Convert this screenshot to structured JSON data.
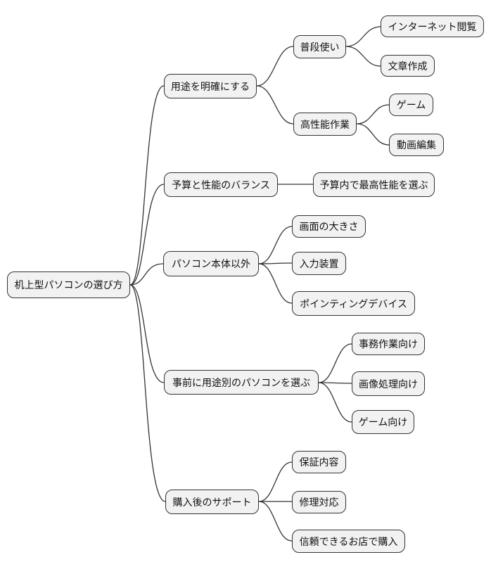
{
  "diagram": {
    "type": "mindmap",
    "root": {
      "label": "机上型パソコンの選び方"
    },
    "branches": [
      {
        "label": "用途を明確にする",
        "children": [
          {
            "label": "普段使い",
            "children": [
              {
                "label": "インターネット閲覧"
              },
              {
                "label": "文章作成"
              }
            ]
          },
          {
            "label": "高性能作業",
            "children": [
              {
                "label": "ゲーム"
              },
              {
                "label": "動画編集"
              }
            ]
          }
        ]
      },
      {
        "label": "予算と性能のバランス",
        "children": [
          {
            "label": "予算内で最高性能を選ぶ"
          }
        ]
      },
      {
        "label": "パソコン本体以外",
        "children": [
          {
            "label": "画面の大きさ"
          },
          {
            "label": "入力装置"
          },
          {
            "label": "ポインティングデバイス"
          }
        ]
      },
      {
        "label": "事前に用途別のパソコンを選ぶ",
        "children": [
          {
            "label": "事務作業向け"
          },
          {
            "label": "画像処理向け"
          },
          {
            "label": "ゲーム向け"
          }
        ]
      },
      {
        "label": "購入後のサポート",
        "children": [
          {
            "label": "保証内容"
          },
          {
            "label": "修理対応"
          },
          {
            "label": "信頼できるお店で購入"
          }
        ]
      }
    ],
    "colors": {
      "background": "#ffffff",
      "node_fill": "#f2f2f2",
      "node_border": "#333333",
      "text": "#111111",
      "edge": "#333333"
    }
  }
}
